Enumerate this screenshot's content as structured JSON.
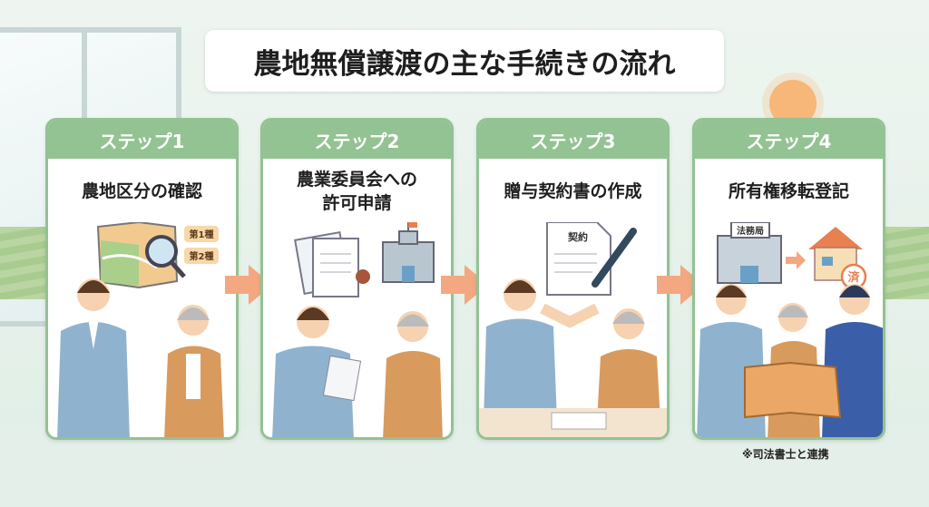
{
  "title": "農地無償譲渡の主な手続きの流れ",
  "steps": [
    {
      "label": "ステップ1",
      "name": "農地区分の確認",
      "tags": [
        "第1種",
        "第2種"
      ]
    },
    {
      "label": "ステップ2",
      "name": "農業委員会への\n許可申請"
    },
    {
      "label": "ステップ3",
      "name": "贈与契約書の作成",
      "doc_label": "契約"
    },
    {
      "label": "ステップ4",
      "name": "所有権移転登記",
      "office_label": "法務局",
      "stamp": "済"
    }
  ],
  "note": "※司法書士と連携",
  "colors": {
    "header": "#93c293",
    "arrow": "#f3a882",
    "accent": "#e8804f"
  }
}
